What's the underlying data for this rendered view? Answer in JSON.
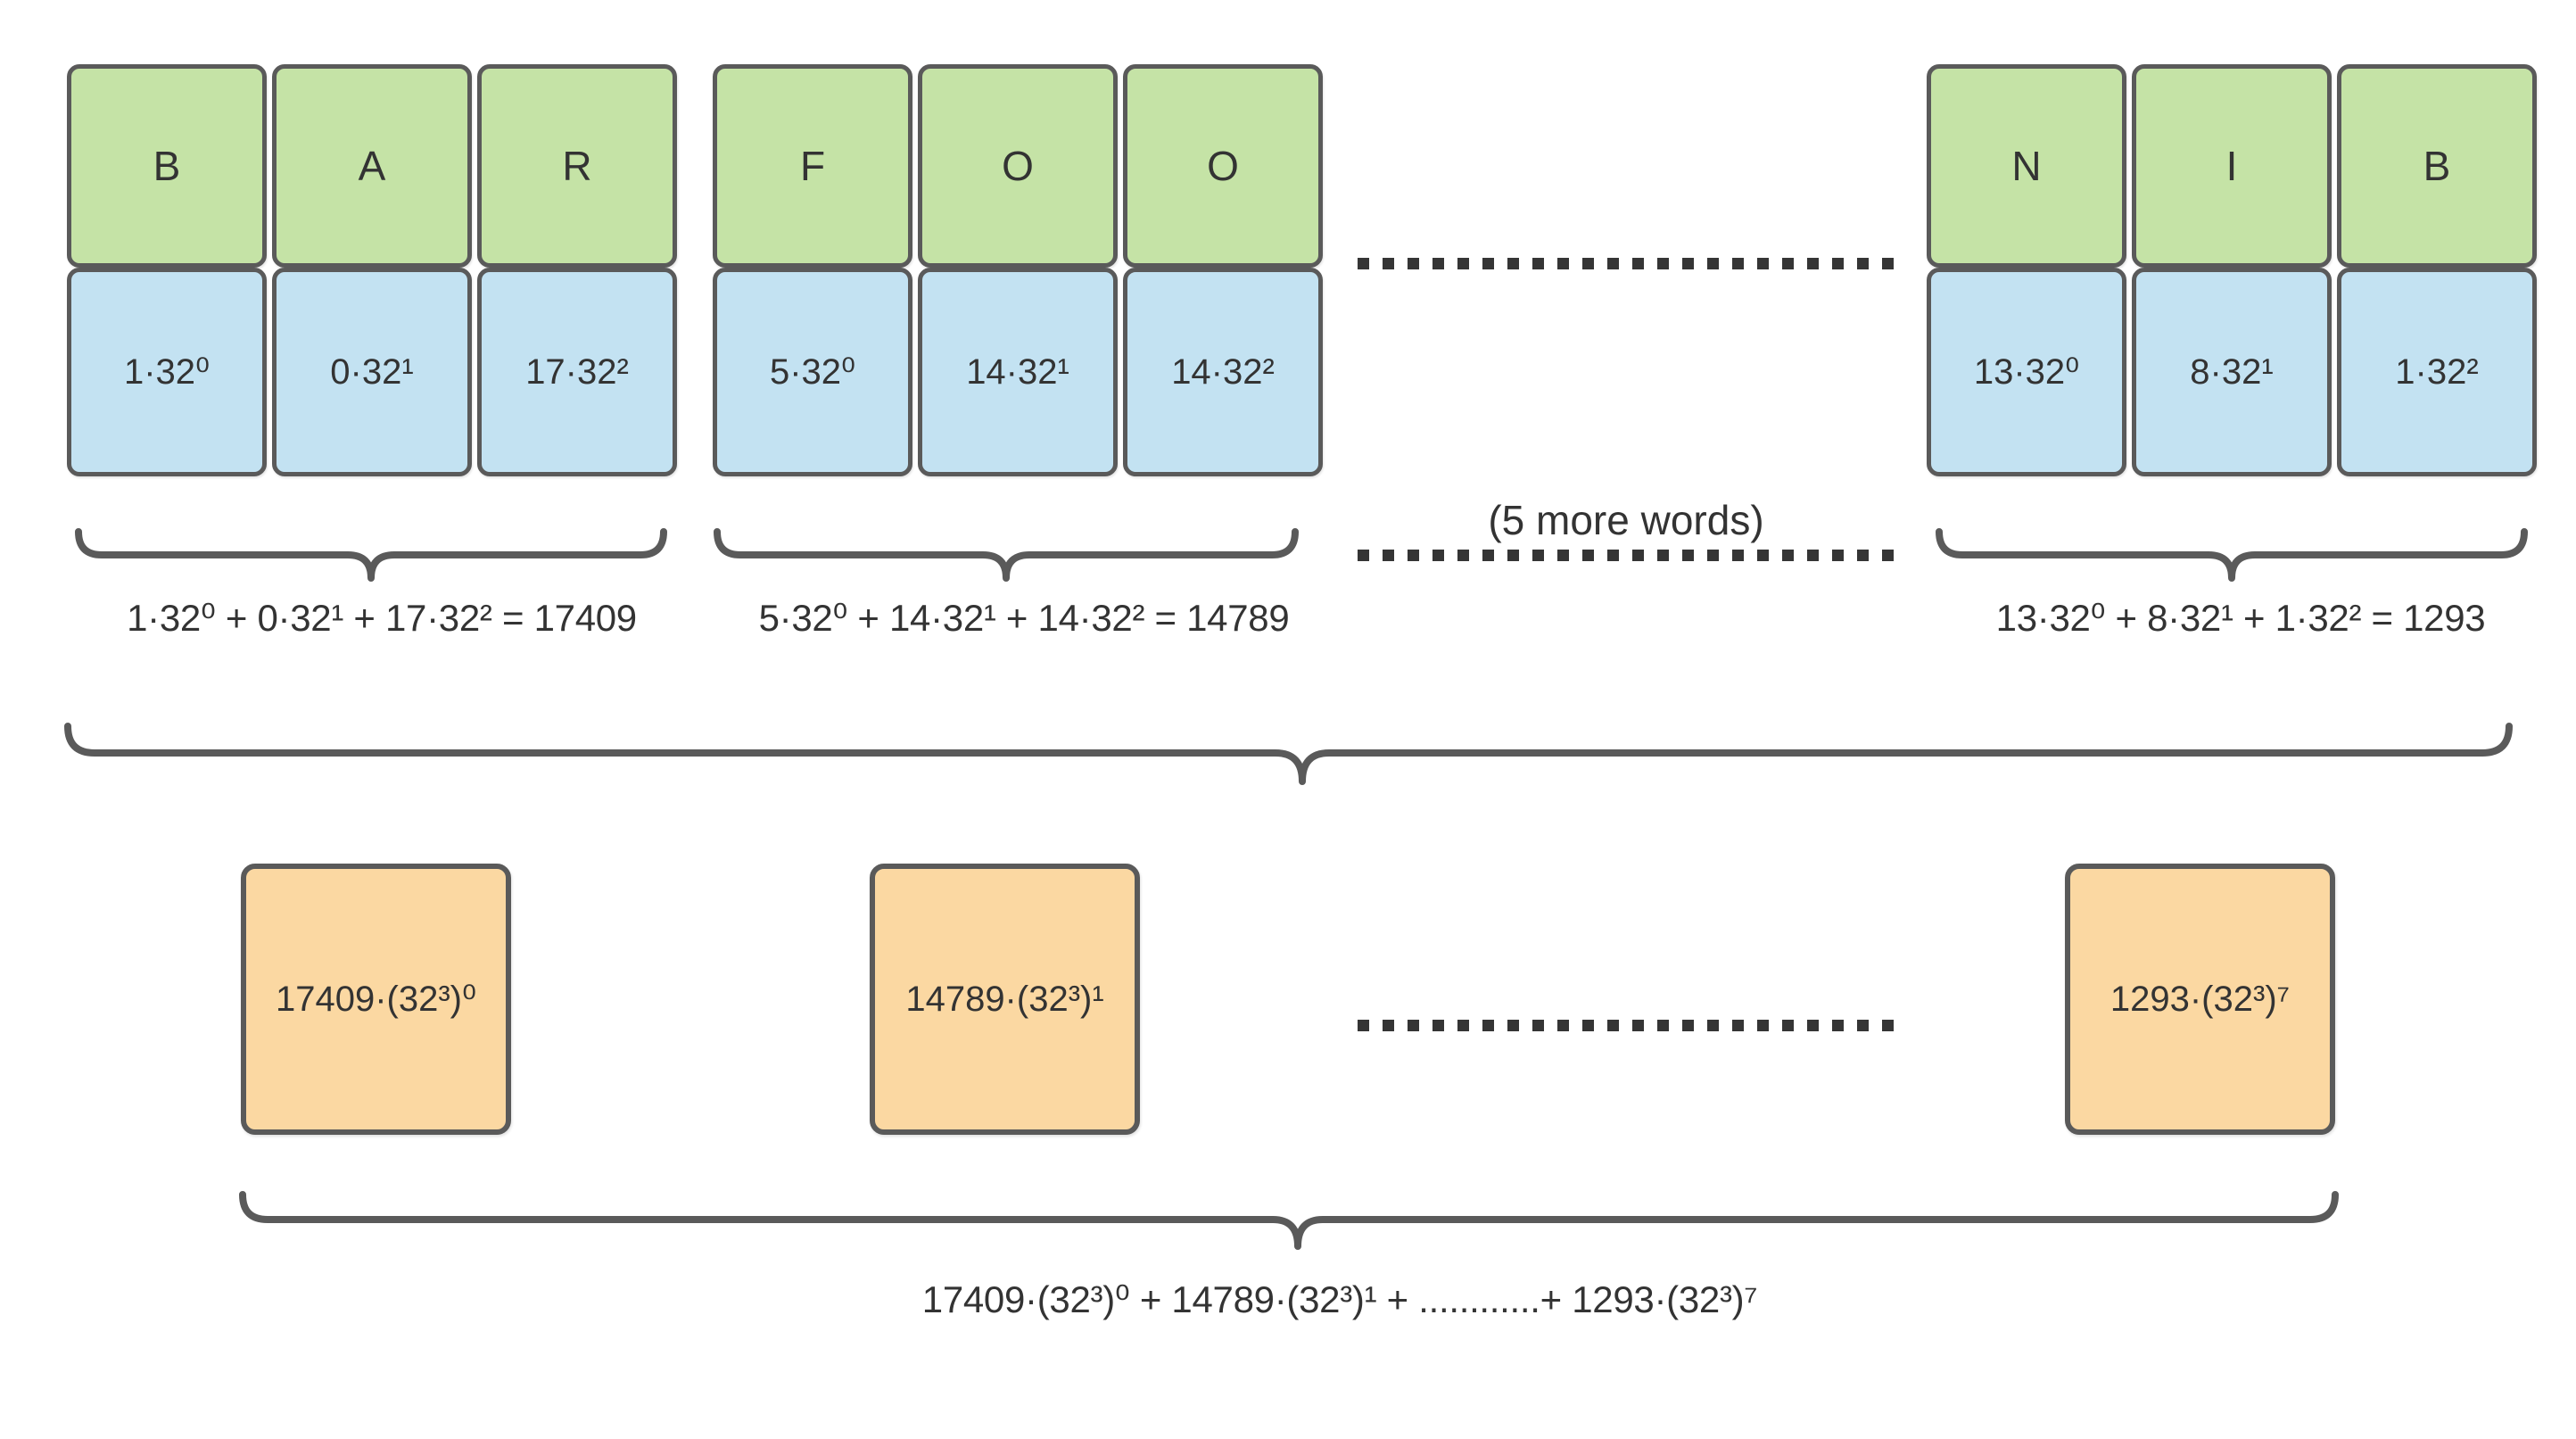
{
  "word_groups": [
    {
      "word": "BAR",
      "cells": [
        {
          "letter": "B",
          "value": "1·32⁰"
        },
        {
          "letter": "A",
          "value": "0·32¹"
        },
        {
          "letter": "R",
          "value": "17·32²"
        }
      ],
      "sum_formula": "1·32⁰ + 0·32¹ + 17·32² = 17409"
    },
    {
      "word": "FOO",
      "cells": [
        {
          "letter": "F",
          "value": "5·32⁰"
        },
        {
          "letter": "O",
          "value": "14·32¹"
        },
        {
          "letter": "O",
          "value": "14·32²"
        }
      ],
      "sum_formula": "5·32⁰ + 14·32¹ + 14·32² = 14789"
    },
    {
      "word": "NIB",
      "cells": [
        {
          "letter": "N",
          "value": "13·32⁰"
        },
        {
          "letter": "I",
          "value": "8·32¹"
        },
        {
          "letter": "B",
          "value": "1·32²"
        }
      ],
      "sum_formula": "13·32⁰ + 8·32¹ + 1·32² = 1293"
    }
  ],
  "ellipsis_label": "(5 more words)",
  "number_blocks": [
    {
      "label": "17409·(32³)⁰"
    },
    {
      "label": "14789·(32³)¹"
    },
    {
      "label": "1293·(32³)⁷"
    }
  ],
  "final_formula": "17409·(32³)⁰ + 14789·(32³)¹ + ............+ 1293·(32³)⁷",
  "colors": {
    "letter_fill": "#c5e3a6",
    "value_fill": "#c3e2f2",
    "block_fill": "#fbd8a2",
    "stroke": "#5a5a5a",
    "text": "#333333",
    "dots": "#353535"
  }
}
